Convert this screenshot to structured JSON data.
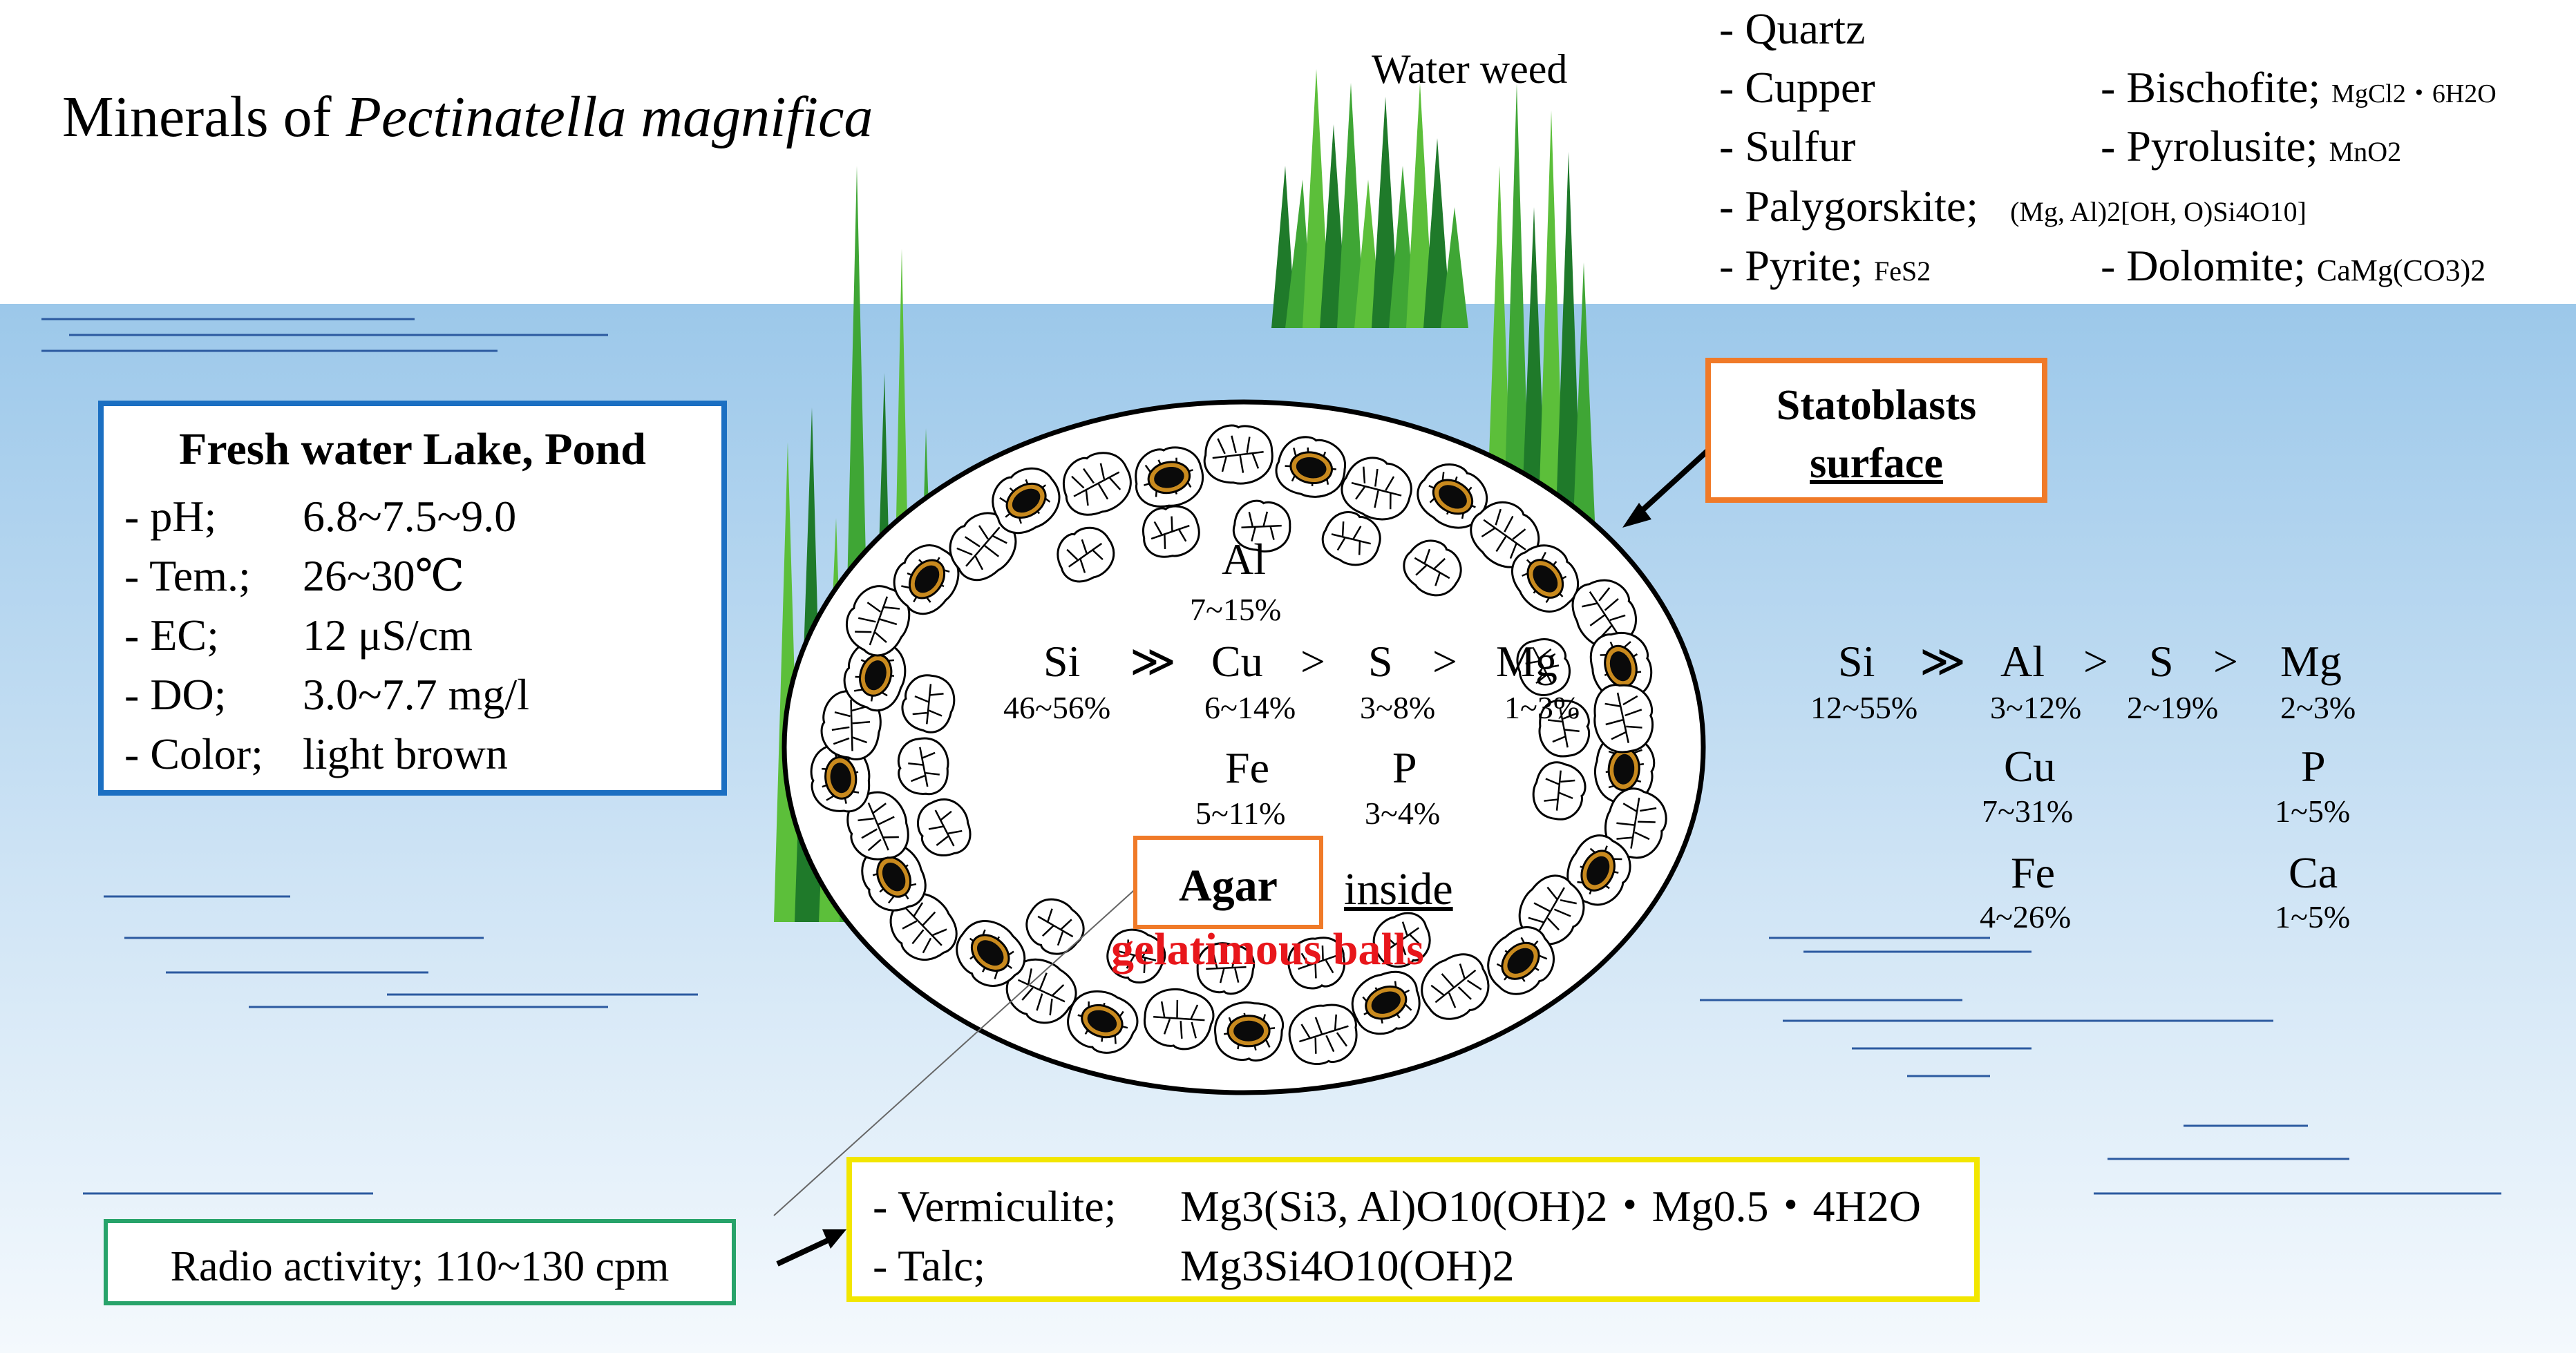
{
  "title": {
    "prefix": "Minerals of ",
    "species": "Pectinatella magnifica"
  },
  "water_weed_label": "Water weed",
  "minerals_list": {
    "quartz": "- Quartz",
    "cupper": "- Cupper",
    "sulfur": "- Sulfur",
    "palygorskite": "- Palygorskite;",
    "palygorskite_formula": "(Mg, Al)2[OH, O)Si4O10]",
    "pyrite": "- Pyrite;",
    "pyrite_formula": "FeS2",
    "bischofite": "- Bischofite;",
    "bischofite_formula": "MgCl2・6H2O",
    "pyrolusite": "- Pyrolusite;",
    "pyrolusite_formula": "MnO2",
    "dolomite": "- Dolomite;",
    "dolomite_formula": "CaMg(CO3)2"
  },
  "habitat": {
    "heading": "Fresh water Lake, Pond",
    "rows": [
      {
        "label": "- pH;",
        "value": "6.8~7.5~9.0"
      },
      {
        "label": "- Tem.;",
        "value": "26~30℃"
      },
      {
        "label": "- EC;",
        "value": "12 μS/cm"
      },
      {
        "label": "- DO;",
        "value": "3.0~7.7 mg/l"
      },
      {
        "label": "- Color;",
        "value": "light brown"
      }
    ]
  },
  "statoblasts": {
    "line1": "Statoblasts",
    "line2": "surface"
  },
  "inside_elements": {
    "al": "Al",
    "al_pct": "7~15%",
    "si": "Si",
    "si_pct": "46~56%",
    "cu": "Cu",
    "cu_pct": "6~14%",
    "s": "S",
    "s_pct": "3~8%",
    "mg": "Mg",
    "mg_pct": "1~3%",
    "fe": "Fe",
    "fe_pct": "5~11%",
    "p": "P",
    "p_pct": "3~4%",
    "op_much": "≫",
    "op_gt": ">"
  },
  "agar": {
    "label": "Agar",
    "inside": "inside",
    "balls": "gelatimous balls"
  },
  "surface_elements": {
    "si": "Si",
    "si_pct": "12~55%",
    "al": "Al",
    "al_pct": "3~12%",
    "s": "S",
    "s_pct": "2~19%",
    "mg": "Mg",
    "mg_pct": "2~3%",
    "cu": "Cu",
    "cu_pct": "7~31%",
    "p": "P",
    "p_pct": "1~5%",
    "fe": "Fe",
    "fe_pct": "4~26%",
    "ca": "Ca",
    "ca_pct": "1~5%"
  },
  "radio": "Radio activity; 110~130 cpm",
  "clay": {
    "vermiculite": "- Vermiculite;",
    "vermiculite_formula": "Mg3(Si3, Al)O10(OH)2・Mg0.5・4H2O",
    "talc": "- Talc;",
    "talc_formula": "Mg3Si4O10(OH)2"
  },
  "colors": {
    "water_top": "#9cc8ea",
    "water_bottom": "#f4f9fd",
    "weed_dark": "#1f7a2a",
    "weed_light": "#5cbf3a",
    "habitat_border": "#1b6fc2",
    "statoblast_border": "#f07a28",
    "agar_border": "#f07a28",
    "radio_border": "#27a36a",
    "clay_border": "#f2e600",
    "balls_text": "#e8161b"
  }
}
